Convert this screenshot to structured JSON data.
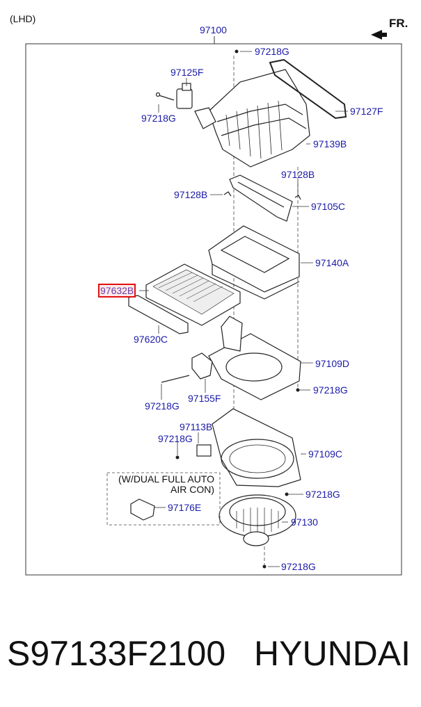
{
  "header": {
    "drive_side": "(LHD)",
    "assembly": "97100",
    "front_marker": "FR."
  },
  "callouts": {
    "c97218g_top": "97218G",
    "c97125f": "97125F",
    "c97218g_left1": "97218G",
    "c97127f": "97127F",
    "c97139b": "97139B",
    "c97128b_right": "97128B",
    "c97128b_left": "97128B",
    "c97105c": "97105C",
    "c97140a": "97140A",
    "c97632b": "97632B",
    "c97620c": "97620C",
    "c97109d": "97109D",
    "c97218g_mid": "97218G",
    "c97218g_left2": "97218G",
    "c97155f": "97155F",
    "c97113b": "97113B",
    "c97218g_left3": "97218G",
    "c97109c": "97109C",
    "c97218g_low": "97218G",
    "c97176e": "97176E",
    "c97130": "97130",
    "c97218g_bottom": "97218G"
  },
  "option_note": {
    "line1": "(W/DUAL FULL AUTO",
    "line2": "AIR CON)"
  },
  "highlighted_part": "97632B",
  "footer": {
    "part_number": "S97133F2100",
    "brand": "HYUNDAI"
  },
  "colors": {
    "callout_text": "#1a1aa8",
    "highlight_border": "#e01010",
    "line_art": "#222222"
  }
}
